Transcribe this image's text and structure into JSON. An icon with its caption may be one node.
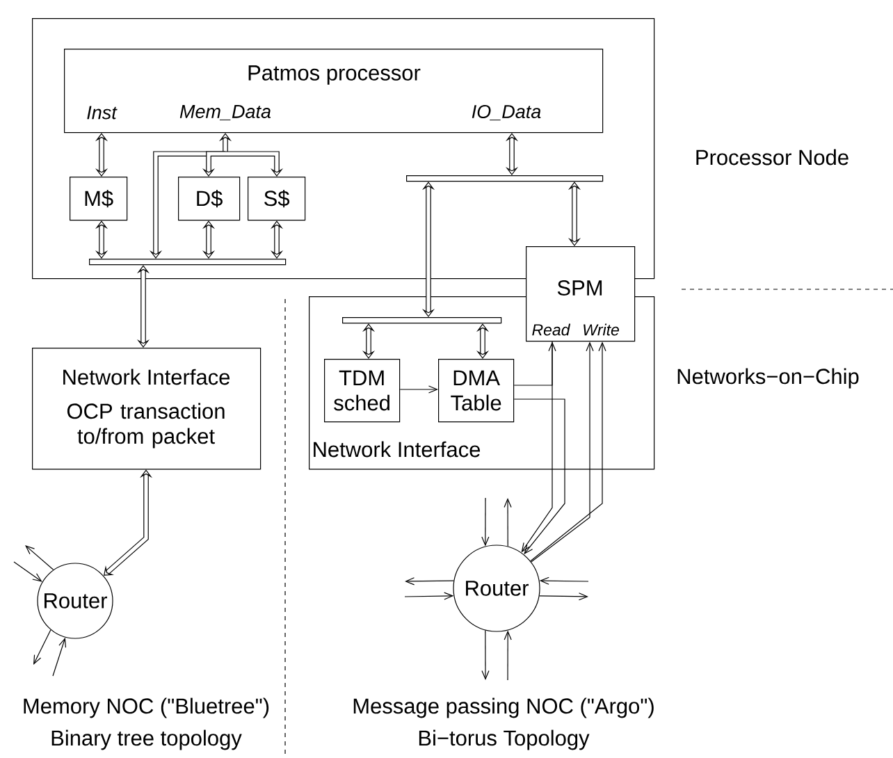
{
  "diagram": {
    "nodes": [
      {
        "text": [
          "Processor Node"
        ]
      },
      {
        "text": [
          "Patmos processor",
          "Inst",
          "Mem_Data",
          "IO_Data"
        ],
        "in": 0
      },
      {
        "text": [
          "M$"
        ],
        "in": 0
      },
      {
        "text": [
          "D$"
        ],
        "in": 0
      },
      {
        "text": [
          "S$"
        ],
        "in": 0
      },
      {
        "text": [],
        "shape": "bar",
        "in": 0
      },
      {
        "text": [],
        "shape": "bar",
        "in": 0
      },
      {
        "text": [
          "SPM",
          "Read",
          "Write"
        ]
      },
      {
        "text": [
          "Network Interface",
          "OCP transaction to/from packet"
        ]
      },
      {
        "text": [
          "Network Interface"
        ]
      },
      {
        "text": [],
        "shape": "bar",
        "in": 9
      },
      {
        "text": [
          "TDM sched"
        ],
        "in": 9
      },
      {
        "text": [
          "DMA Table"
        ],
        "in": 9
      },
      {
        "text": [
          "Router"
        ],
        "beside": [
          "Memory NOC (\"Bluetree\")",
          "Binary tree topology"
        ]
      },
      {
        "text": [
          "Router"
        ],
        "beside": [
          "Message passing NOC (\"Argo\")",
          "Bi−torus Topology"
        ]
      }
    ],
    "edges": [
      {
        "from": 1,
        "to": 2,
        "arrow": "both",
        "style": "thick"
      },
      {
        "from": 1,
        "to": 5,
        "arrow": "both",
        "style": "thick"
      },
      {
        "from": 1,
        "to": 3,
        "arrow": "both",
        "style": "thick"
      },
      {
        "from": 1,
        "to": 4,
        "arrow": "both",
        "style": "thick"
      },
      {
        "from": 2,
        "to": 5,
        "arrow": "both",
        "style": "thick"
      },
      {
        "from": 3,
        "to": 5,
        "arrow": "both",
        "style": "thick"
      },
      {
        "from": 4,
        "to": 5,
        "arrow": "both",
        "style": "thick"
      },
      {
        "from": 5,
        "to": 8,
        "arrow": "both",
        "style": "thick"
      },
      {
        "from": 1,
        "to": 6,
        "arrow": "both",
        "style": "thick"
      },
      {
        "from": 6,
        "to": 10,
        "arrow": "both",
        "style": "thick"
      },
      {
        "from": 6,
        "to": 7,
        "arrow": "both",
        "style": "thick"
      },
      {
        "from": 10,
        "to": 11,
        "arrow": "both",
        "style": "thick"
      },
      {
        "from": 10,
        "to": 12,
        "arrow": "both",
        "style": "thick"
      },
      {
        "from": 11,
        "to": 12,
        "arrow": "to"
      },
      {
        "from": 12,
        "to": 7,
        "arrow": "to"
      },
      {
        "from": 7,
        "to": 14,
        "arrow": "to"
      },
      {
        "from": 12,
        "to": 14,
        "arrow": "to"
      },
      {
        "from": 14,
        "to": 7,
        "arrow": "to"
      },
      {
        "from": 14,
        "to": 7,
        "arrow": "to"
      },
      {
        "from": 8,
        "to": 13,
        "arrow": "both",
        "style": "thick"
      },
      {
        "from": 13,
        "to": null,
        "arrow": "to"
      },
      {
        "from": null,
        "to": 13,
        "arrow": "to"
      },
      {
        "from": 13,
        "to": null,
        "arrow": "to"
      },
      {
        "from": null,
        "to": 13,
        "arrow": "to"
      },
      {
        "from": 14,
        "to": null,
        "arrow": "to"
      },
      {
        "from": null,
        "to": 14,
        "arrow": "to"
      },
      {
        "from": 14,
        "to": null,
        "arrow": "to"
      },
      {
        "from": null,
        "to": 14,
        "arrow": "to"
      },
      {
        "from": null,
        "to": 14,
        "arrow": "to"
      },
      {
        "from": 14,
        "to": null,
        "arrow": "to"
      },
      {
        "from": 14,
        "to": null,
        "arrow": "to"
      },
      {
        "from": null,
        "to": 14,
        "arrow": "to"
      }
    ],
    "labels": [
      "Networks−on−Chip"
    ]
  }
}
